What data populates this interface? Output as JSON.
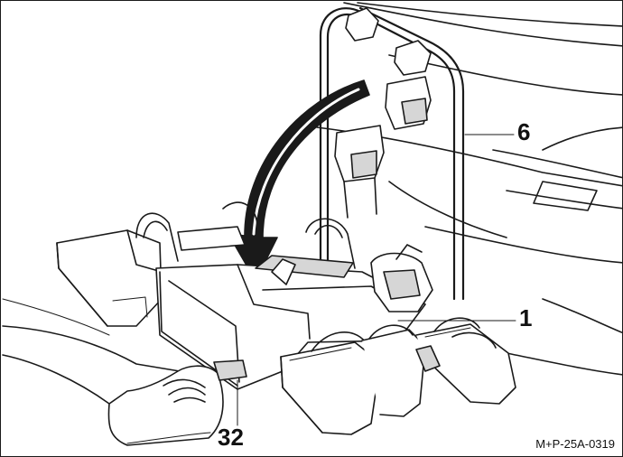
{
  "figure": {
    "callouts": [
      {
        "id": "6",
        "text": "6",
        "part": "support-frame"
      },
      {
        "id": "1",
        "text": "1",
        "part": "bike-carrier-platform"
      },
      {
        "id": "32",
        "text": "32",
        "part": "foot-pedal"
      }
    ],
    "reference_code": "M+P-25A-0319",
    "arrow": {
      "direction": "downward-curved",
      "fill_color": "#1a1a1a"
    },
    "line_color": "#1a1a1a",
    "shade_color": "#d6d6d6",
    "background_color": "#ffffff"
  }
}
